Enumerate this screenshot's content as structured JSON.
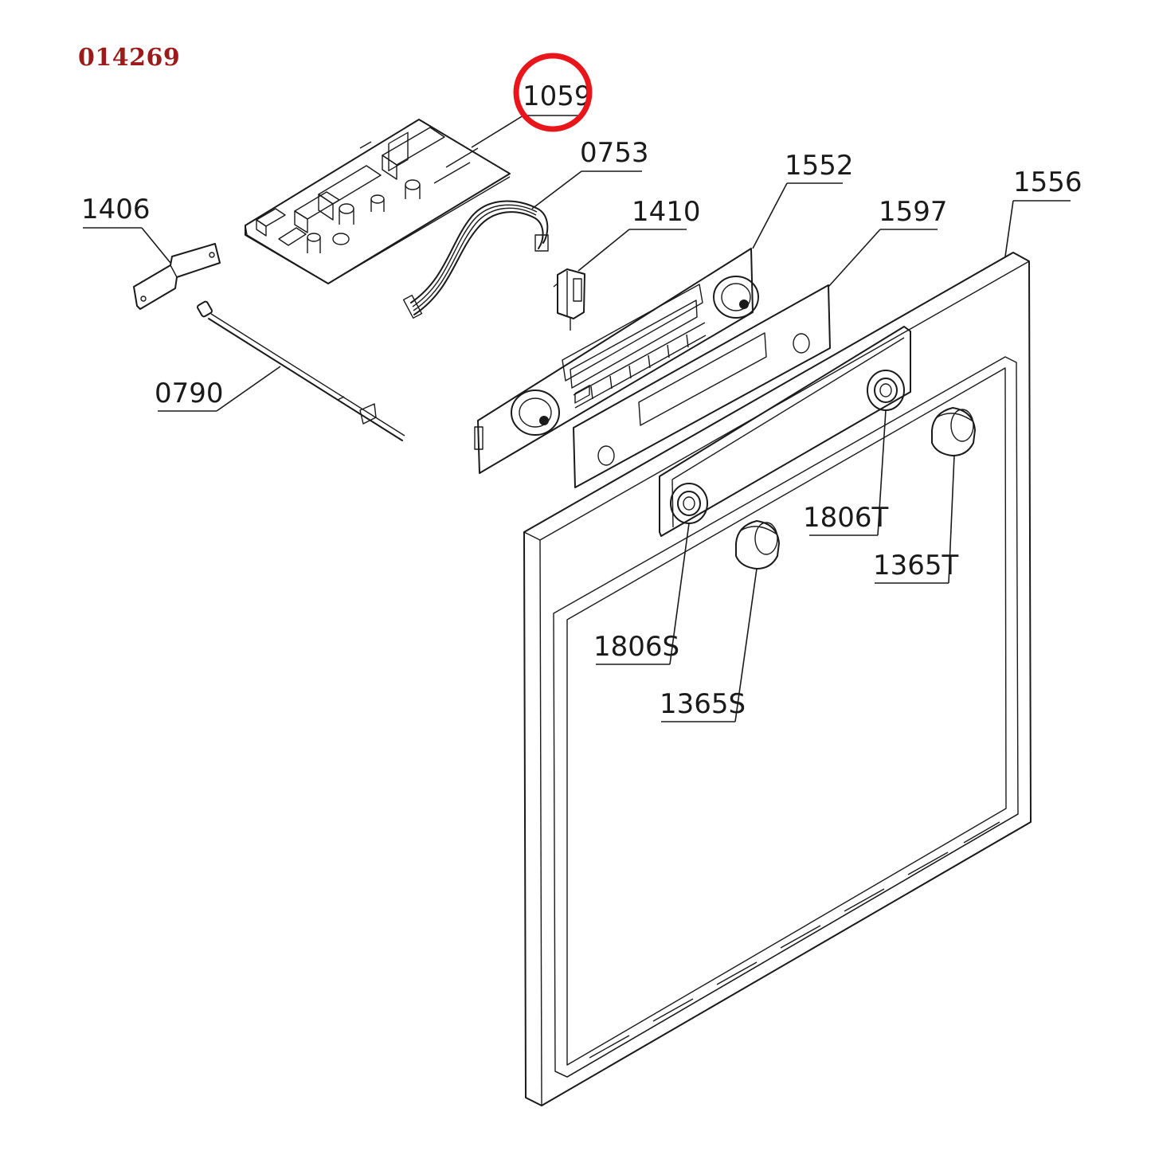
{
  "document": {
    "diagram_id": "014269",
    "diagram_id_color": "#9b1b1b",
    "highlight_color": "#e8151b",
    "highlighted_part": "1059"
  },
  "callouts": [
    {
      "id": "1059",
      "label": "1059",
      "highlighted": true
    },
    {
      "id": "0753",
      "label": "0753"
    },
    {
      "id": "1552",
      "label": "1552"
    },
    {
      "id": "1556",
      "label": "1556"
    },
    {
      "id": "1406",
      "label": "1406"
    },
    {
      "id": "1410",
      "label": "1410"
    },
    {
      "id": "1597",
      "label": "1597"
    },
    {
      "id": "0790",
      "label": "0790"
    },
    {
      "id": "1806T",
      "label": "1806T"
    },
    {
      "id": "1365T",
      "label": "1365T"
    },
    {
      "id": "1806S",
      "label": "1806S"
    },
    {
      "id": "1365S",
      "label": "1365S"
    }
  ]
}
